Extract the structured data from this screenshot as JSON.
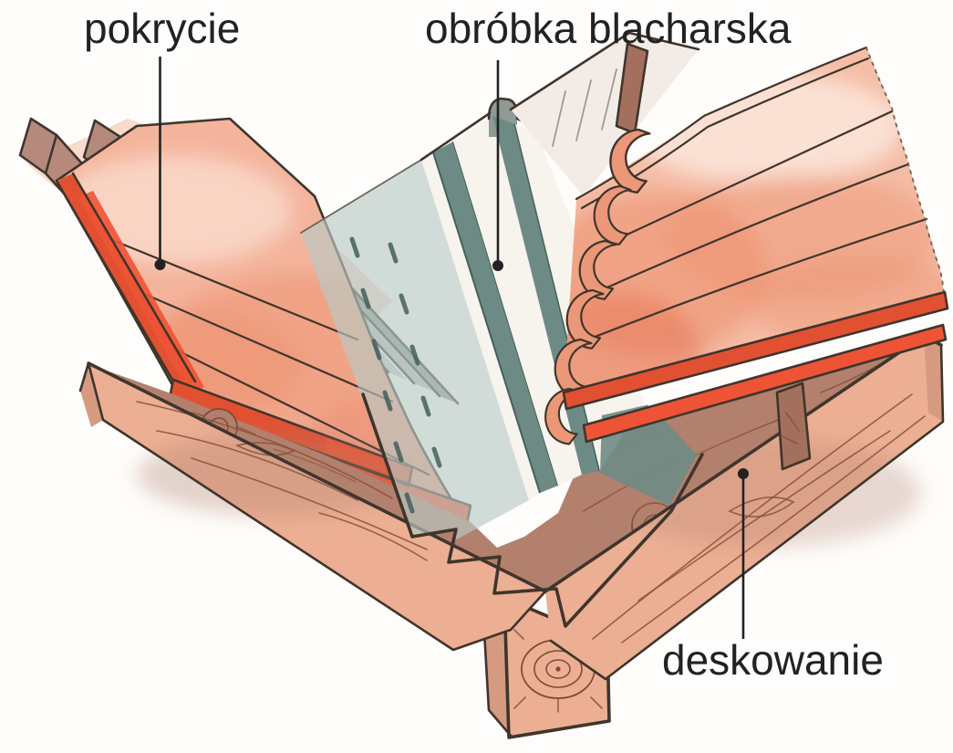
{
  "figure": {
    "kind": "hand-drawn construction detail of a roof valley",
    "language": "pl"
  },
  "labels": [
    {
      "id": "pokrycie",
      "text": "pokrycie"
    },
    {
      "id": "obrobka",
      "text": "obróbka blacharska"
    },
    {
      "id": "deskowanie",
      "text": "deskowanie"
    }
  ],
  "colors": {
    "paper": "#fefdfb",
    "ink": "#222222",
    "outline": "#3f352c",
    "pencil": "#6a6258",
    "sheetSalmon": "#f4b49c",
    "sheetLight": "#f9d7c6",
    "underlayPink": "#f8dbcc",
    "red": "#e25032",
    "redBright": "#ef5335",
    "mauve": "#b5897c",
    "mauveDark": "#a4705e",
    "gray": "#b7bcba",
    "grayDark": "#8f9995",
    "teal": "#6d8b84",
    "tealDark": "#44605b",
    "tealWash": "#b9cac4",
    "flashWhite": "#f7f4ed",
    "tile": "#f5bda6",
    "tileDeep": "#e4714f",
    "tileMid": "#ec8e6c",
    "wood": "#ecaf94",
    "woodDark": "#d69a80",
    "woodShadow": "#b3806e",
    "grain": "#8a5038"
  }
}
